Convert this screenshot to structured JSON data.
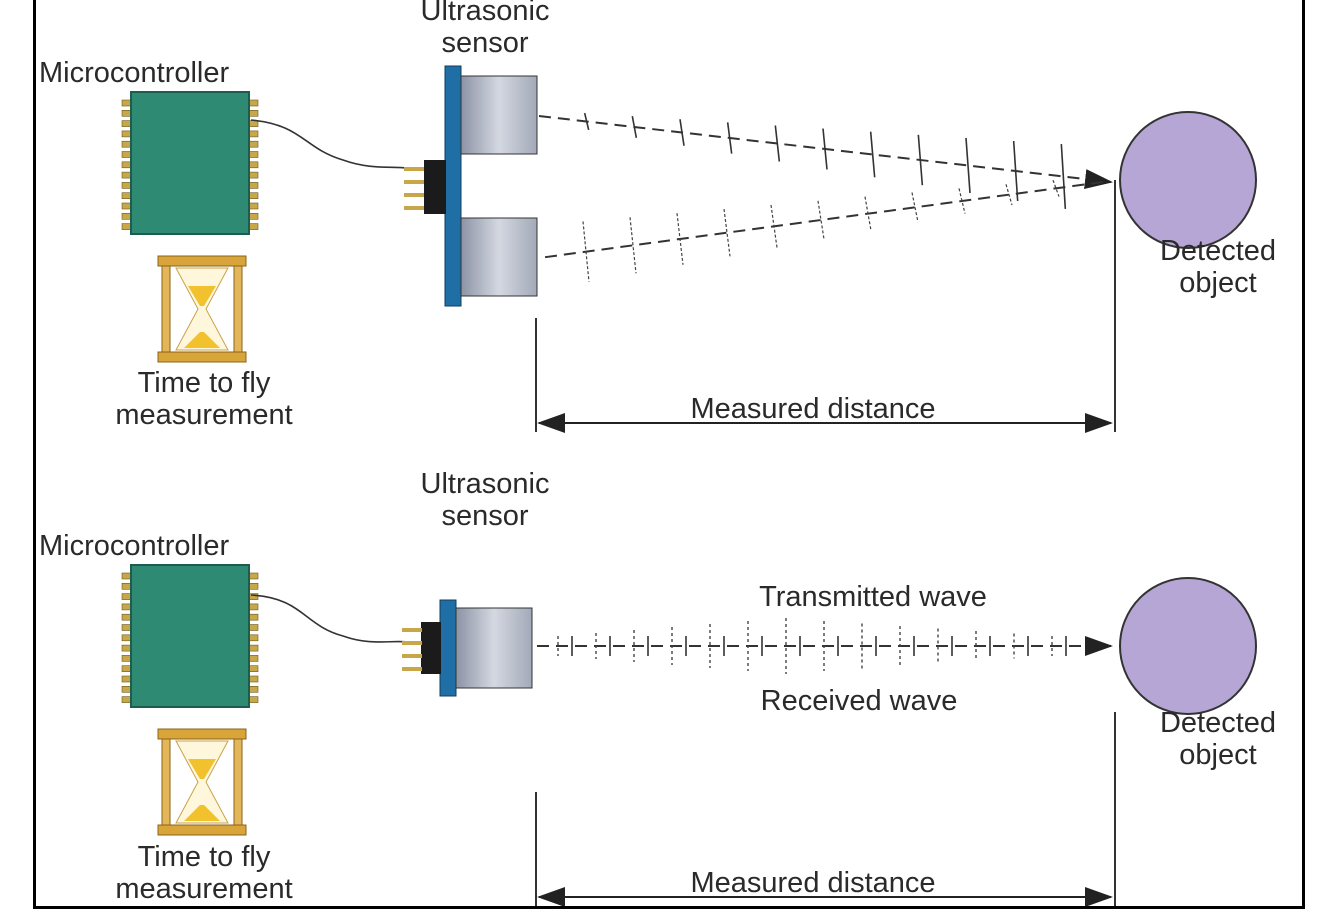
{
  "panels": [
    {
      "id": "top",
      "sensor_label": [
        "Ultrasonic",
        "sensor"
      ],
      "microcontroller_label": "Microcontroller",
      "timer_label": [
        "Time to fly",
        "measurement"
      ],
      "object_label": [
        "Detected",
        "object"
      ],
      "distance_label": "Measured distance"
    },
    {
      "id": "bottom",
      "sensor_label": [
        "Ultrasonic",
        "sensor"
      ],
      "microcontroller_label": "Microcontroller",
      "timer_label": [
        "Time to fly",
        "measurement"
      ],
      "object_label": [
        "Detected",
        "object"
      ],
      "distance_label": "Measured distance",
      "transmitted_label": "Transmitted wave",
      "received_label": "Received wave"
    }
  ],
  "colors": {
    "chip": "#2e8a73",
    "chip_pins": "#c8a64a",
    "pcb": "#1f6fa6",
    "transducer": "#b7bcc9",
    "object": "#b6a6d6",
    "hourglass_frame": "#d9a43a",
    "sand": "#f2c12e"
  }
}
